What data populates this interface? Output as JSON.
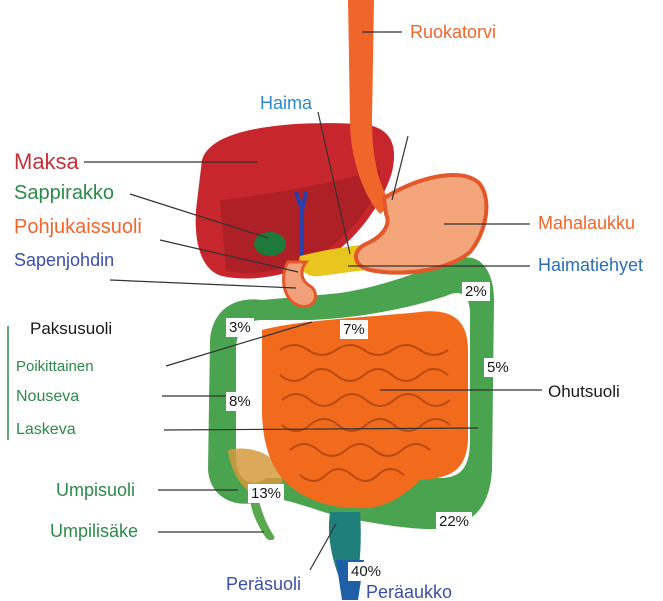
{
  "colors": {
    "red": "#c3323a",
    "orange": "#f0652a",
    "green": "#2c8a4a",
    "blue_light": "#2a8bd0",
    "blue_dark": "#3a4fa8",
    "black": "#1a1a1a"
  },
  "labels": {
    "ruokatorvi": "Ruokatorvi",
    "haima": "Haima",
    "maksa": "Maksa",
    "sappirakko": "Sappirakko",
    "pohjukaissuoli": "Pohjukaissuoli",
    "sapenjohdin": "Sapenjohdin",
    "mahalaukku": "Mahalaukku",
    "haimatiehyet": "Haimatiehyet",
    "paksusuoli": "Paksusuoli",
    "poikittainen": "Poikittainen",
    "nouseva": "Nouseva",
    "laskeva": "Laskeva",
    "ohutsuoli": "Ohutsuoli",
    "umpisuoli": "Umpisuoli",
    "umpilisake": "Umpilisäke",
    "perasuoli": "Peräsuoli",
    "peraaukko": "Peräaukko"
  },
  "percentages": {
    "p2": "2%",
    "p3": "3%",
    "p7": "7%",
    "p5": "5%",
    "p8": "8%",
    "p13": "13%",
    "p22": "22%",
    "p40": "40%"
  }
}
